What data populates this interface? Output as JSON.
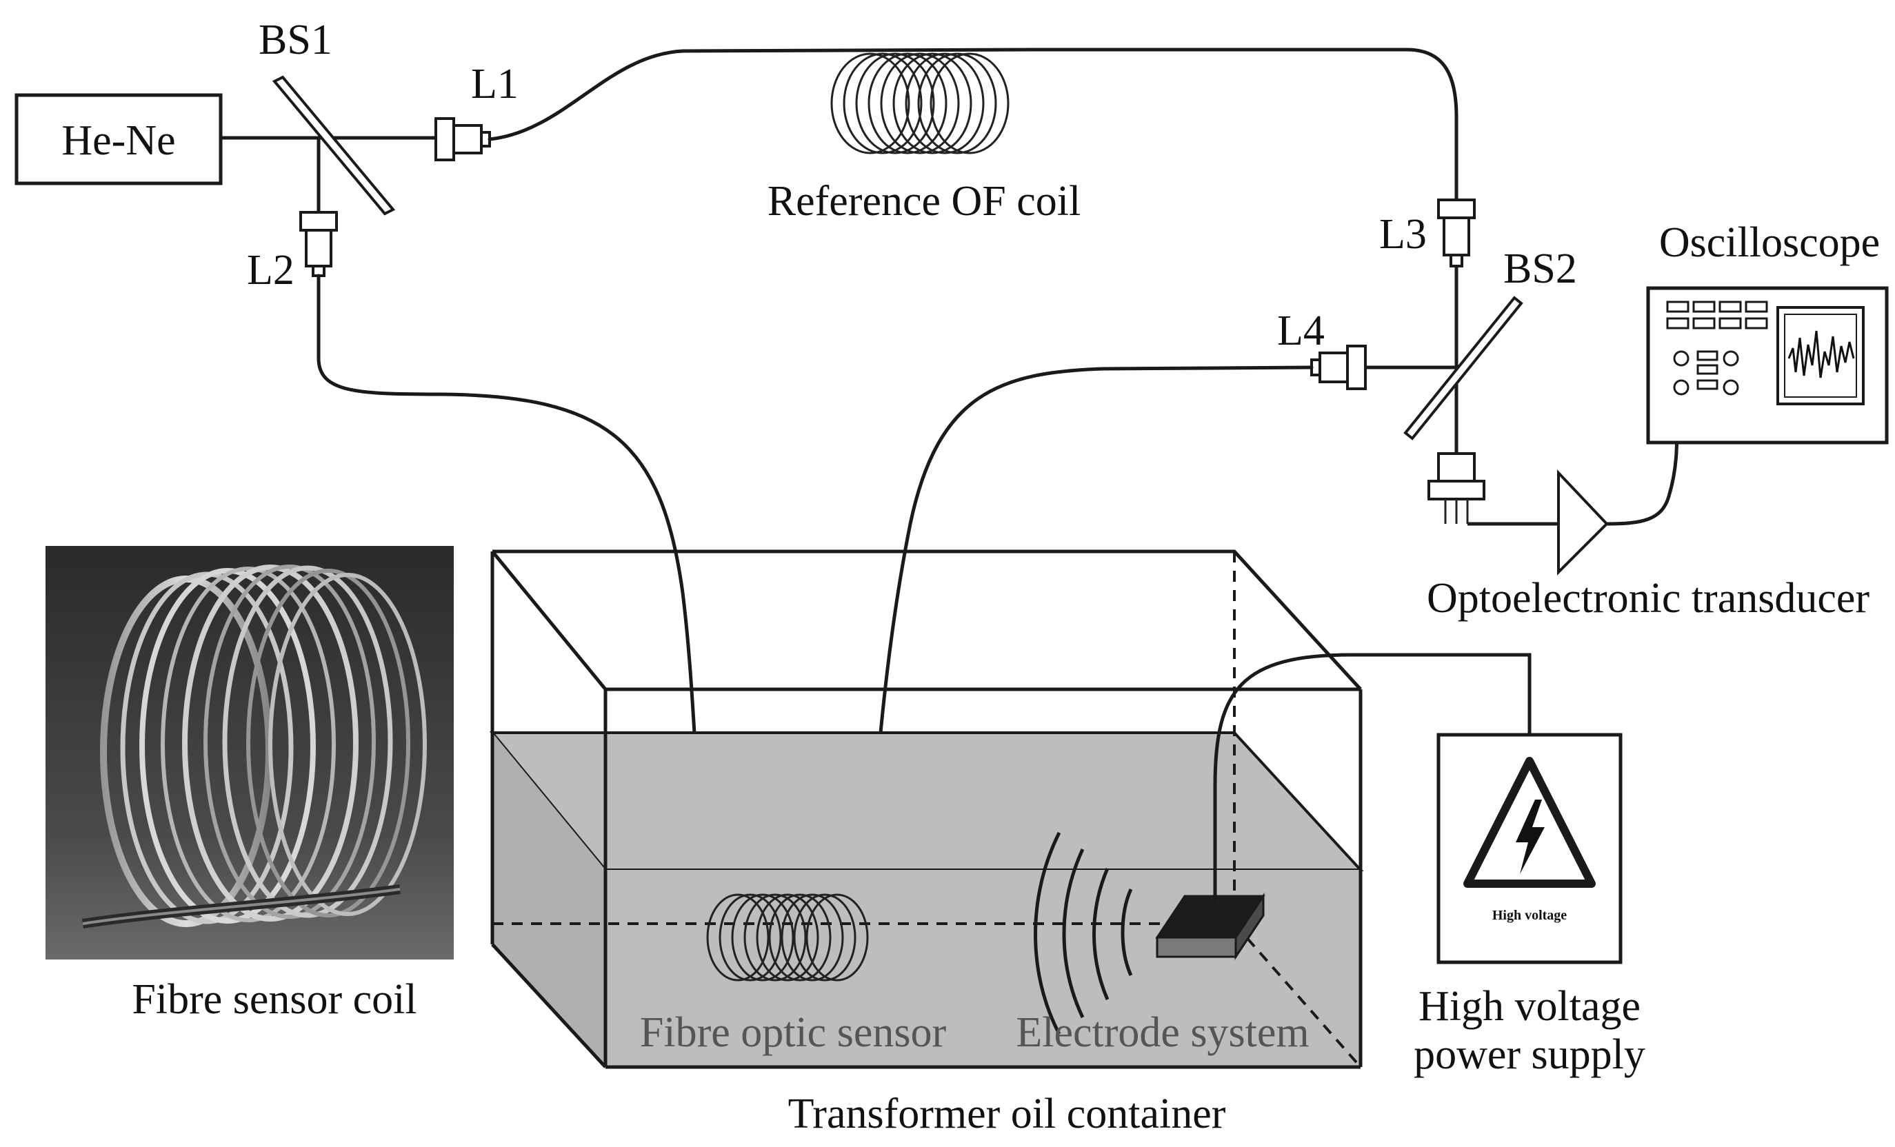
{
  "components": {
    "laser": "He-Ne",
    "beam_splitter_1": "BS1",
    "beam_splitter_2": "BS2",
    "lens_1": "L1",
    "lens_2": "L2",
    "lens_3": "L3",
    "lens_4": "L4",
    "reference_coil": "Reference OF coil",
    "oscilloscope": "Oscilloscope",
    "transducer": "Optoelectronic transducer",
    "power_supply_line1": "High voltage",
    "power_supply_line2": "power supply",
    "warning_sign": "High voltage",
    "sensor_photo": "Fibre sensor coil",
    "sensor": "Fibre optic sensor",
    "electrodes": "Electrode system",
    "container": "Transformer oil container"
  },
  "colors": {
    "oil": "#bdbdbd",
    "electrode_top": "#1c1c1c",
    "electrode_bottom": "#7a7a7a",
    "photo_background": "#3b3b3b"
  }
}
